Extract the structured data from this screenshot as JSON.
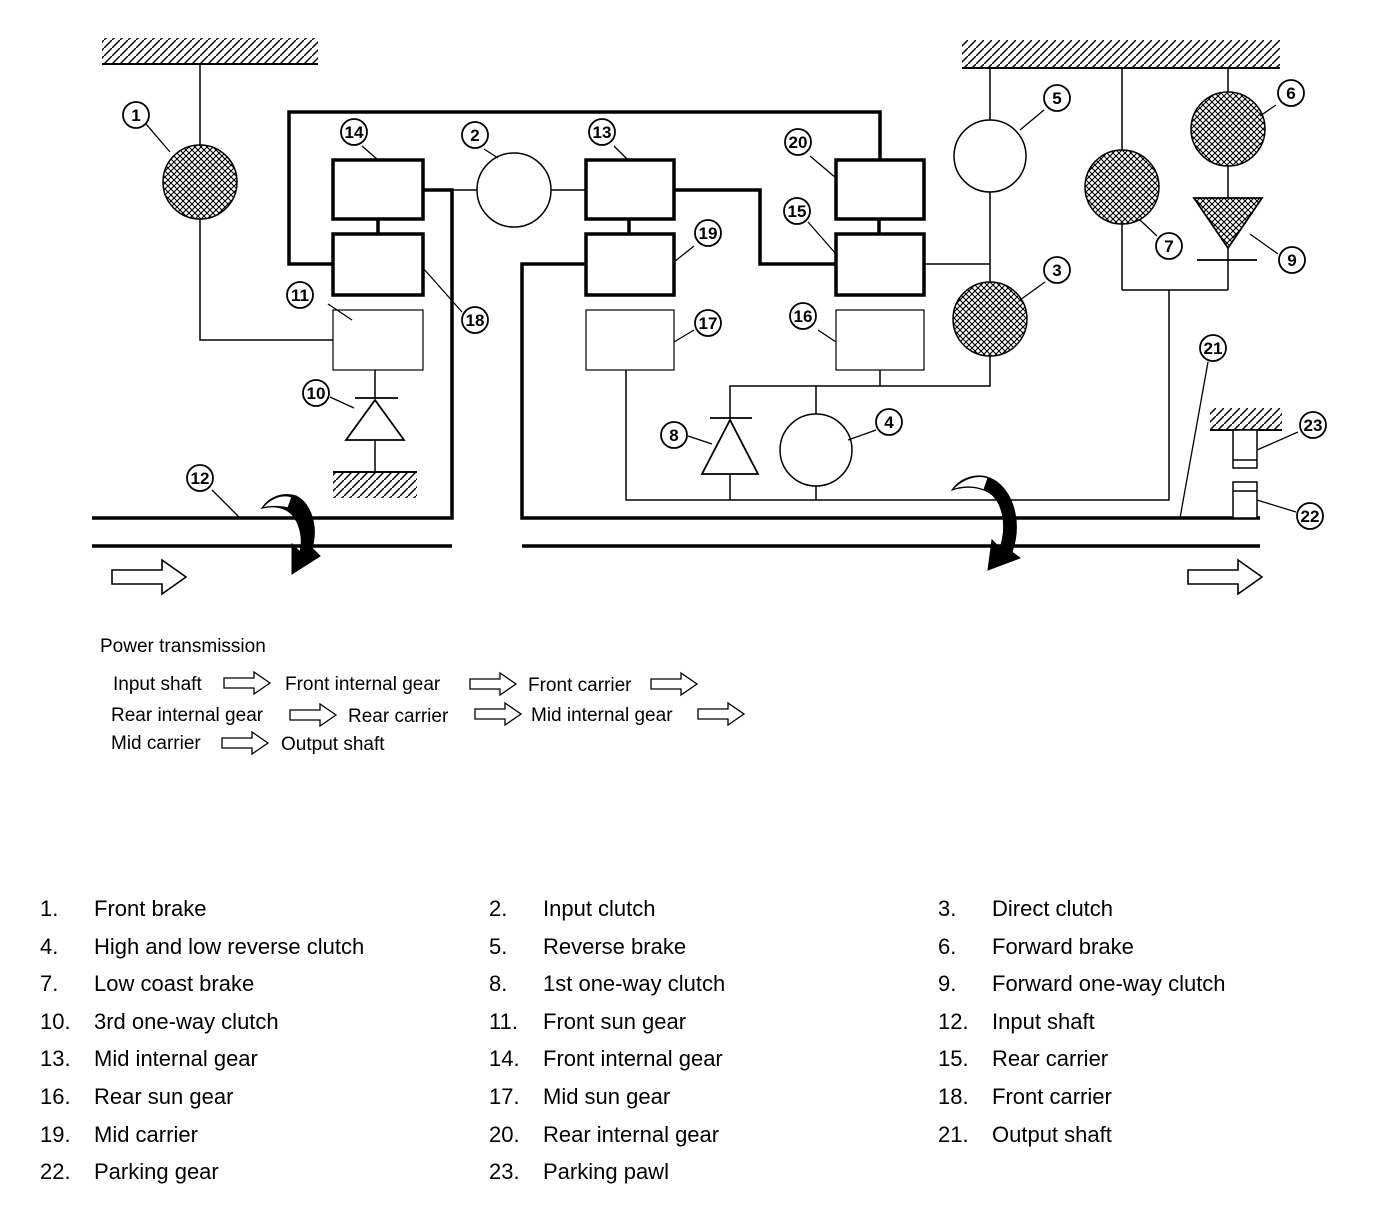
{
  "callouts": {
    "c1": "1",
    "c2": "2",
    "c3": "3",
    "c4": "4",
    "c5": "5",
    "c6": "6",
    "c7": "7",
    "c8": "8",
    "c9": "9",
    "c10": "10",
    "c11": "11",
    "c12": "12",
    "c13": "13",
    "c14": "14",
    "c15": "15",
    "c16": "16",
    "c17": "17",
    "c18": "18",
    "c19": "19",
    "c20": "20",
    "c21": "21",
    "c22": "22",
    "c23": "23"
  },
  "power_transmission": {
    "title": "Power transmission",
    "step1": "Input shaft",
    "step2": "Front internal gear",
    "step3": "Front carrier",
    "step4": "Rear internal gear",
    "step5": "Rear carrier",
    "step6": "Mid internal gear",
    "step7": "Mid carrier",
    "step8": "Output shaft"
  },
  "legend": [
    {
      "num": "1.",
      "label": "Front brake"
    },
    {
      "num": "2.",
      "label": "Input clutch"
    },
    {
      "num": "3.",
      "label": "Direct clutch"
    },
    {
      "num": "4.",
      "label": "High and low reverse clutch"
    },
    {
      "num": "5.",
      "label": "Reverse brake"
    },
    {
      "num": "6.",
      "label": "Forward brake"
    },
    {
      "num": "7.",
      "label": "Low coast brake"
    },
    {
      "num": "8.",
      "label": "1st one-way clutch"
    },
    {
      "num": "9.",
      "label": "Forward one-way clutch"
    },
    {
      "num": "10.",
      "label": "3rd one-way clutch"
    },
    {
      "num": "11.",
      "label": "Front sun gear"
    },
    {
      "num": "12.",
      "label": "Input shaft"
    },
    {
      "num": "13.",
      "label": "Mid internal gear"
    },
    {
      "num": "14.",
      "label": "Front internal gear"
    },
    {
      "num": "15.",
      "label": "Rear carrier"
    },
    {
      "num": "16.",
      "label": "Rear sun gear"
    },
    {
      "num": "17.",
      "label": "Mid sun gear"
    },
    {
      "num": "18.",
      "label": "Front carrier"
    },
    {
      "num": "19.",
      "label": "Mid carrier"
    },
    {
      "num": "20.",
      "label": "Rear internal gear"
    },
    {
      "num": "21.",
      "label": "Output shaft"
    },
    {
      "num": "22.",
      "label": "Parking gear"
    },
    {
      "num": "23.",
      "label": "Parking pawl"
    }
  ]
}
